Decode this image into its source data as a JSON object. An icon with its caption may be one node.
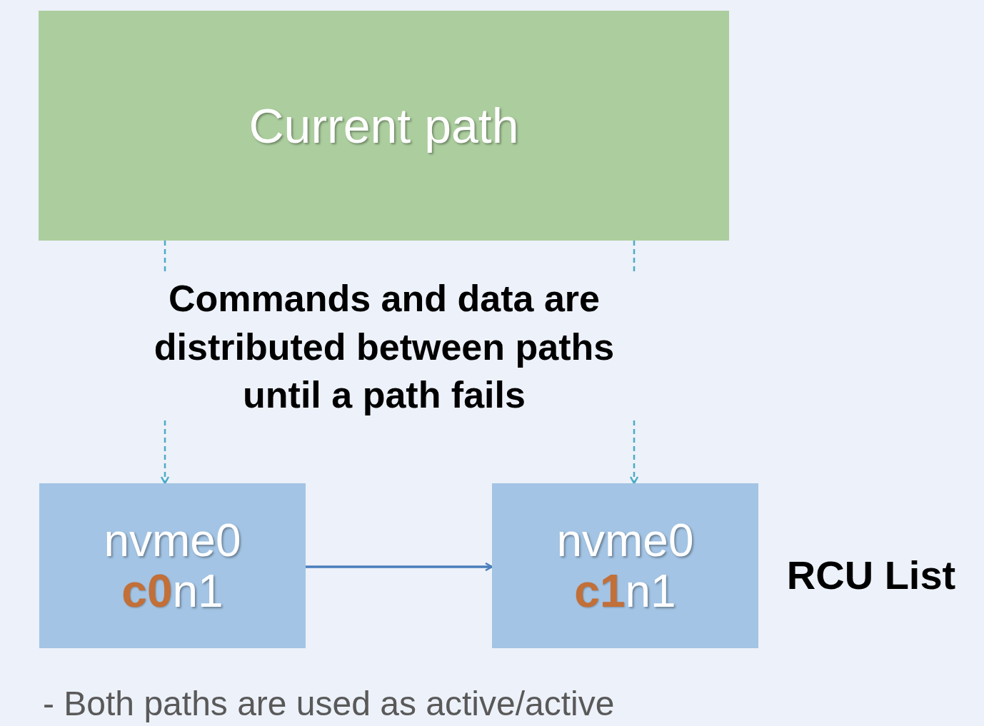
{
  "diagram": {
    "nodes": [
      {
        "text": [
          "Current path"
        ]
      },
      {
        "text": [
          "nvme0 **c0**n1"
        ]
      },
      {
        "text": [
          "nvme0 **c1**n1"
        ]
      }
    ],
    "edges": [
      {
        "from": 0,
        "to": 1,
        "arrow": "to",
        "style": "dashed",
        "color": "#4bacc6"
      },
      {
        "from": 0,
        "to": 2,
        "arrow": "to",
        "style": "dashed",
        "color": "#4bacc6"
      },
      {
        "from": 1,
        "to": 2,
        "arrow": "to"
      }
    ],
    "labels": [
      "Commands and data are distributed between paths until a path fails",
      "RCU List",
      "- Both paths are used as active/active"
    ]
  }
}
